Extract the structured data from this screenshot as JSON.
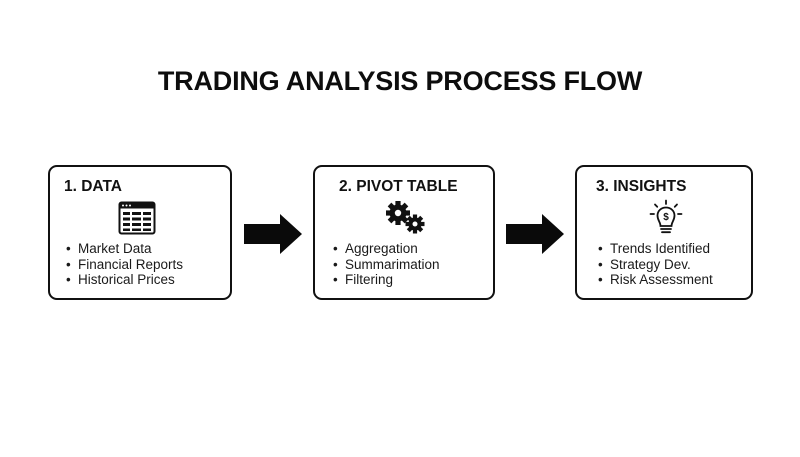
{
  "title": "TRADING ANALYSIS PROCESS FLOW",
  "steps": [
    {
      "title": "1. DATA",
      "icon": "spreadsheet-icon",
      "items": [
        "Market Data",
        "Financial Reports",
        "Historical Prices"
      ]
    },
    {
      "title": "2. PIVOT TABLE",
      "icon": "gears-icon",
      "items": [
        "Aggregation",
        "Summarimation",
        "Filtering"
      ]
    },
    {
      "title": "3. INSIGHTS",
      "icon": "lightbulb-dollar-icon",
      "items": [
        "Trends Identified",
        "Strategy Dev.",
        "Risk Assessment"
      ]
    }
  ],
  "colors": {
    "ink": "#111111",
    "background": "#ffffff"
  }
}
